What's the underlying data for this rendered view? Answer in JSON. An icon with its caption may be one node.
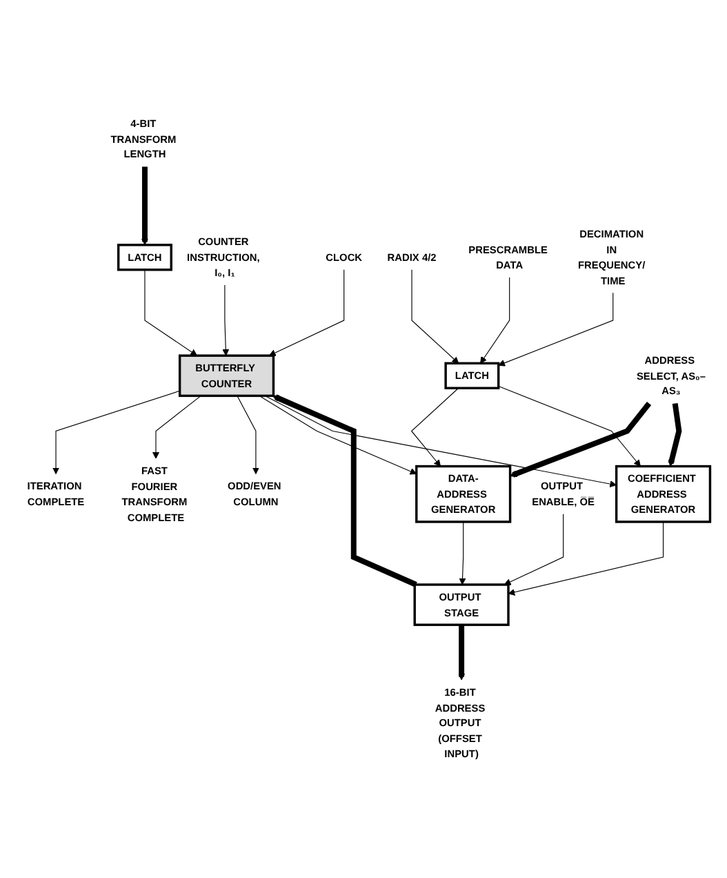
{
  "diagram": {
    "nodes": [
      {
        "text": [
          "4-BIT TRANSFORM LENGTH"
        ]
      },
      {
        "text": [
          "LATCH"
        ]
      },
      {
        "text": [
          "COUNTER INSTRUCTION, I₀, I₁"
        ]
      },
      {
        "text": [
          "CLOCK"
        ]
      },
      {
        "text": [
          "BUTTERFLY COUNTER"
        ]
      },
      {
        "text": [
          "ITERATION COMPLETE"
        ]
      },
      {
        "text": [
          "FAST FOURIER TRANSFORM COMPLETE"
        ]
      },
      {
        "text": [
          "ODD/EVEN COLUMN"
        ]
      },
      {
        "text": [
          "RADIX 4/2"
        ]
      },
      {
        "text": [
          "PRESCRAMBLE DATA"
        ]
      },
      {
        "text": [
          "DECIMATION IN FREQUENCY/ TIME"
        ]
      },
      {
        "text": [
          "LATCH"
        ]
      },
      {
        "text": [
          "DATA-ADDRESS GENERATOR"
        ]
      },
      {
        "text": [
          "COEFFICIENT ADDRESS GENERATOR"
        ]
      },
      {
        "text": [
          "ADDRESS SELECT, AS₀–AS₃"
        ]
      },
      {
        "text": [
          "OUTPUT ENABLE, O̅E̅"
        ]
      },
      {
        "text": [
          "OUTPUT STAGE"
        ]
      },
      {
        "text": [
          "16-BIT ADDRESS OUTPUT (OFFSET INPUT)"
        ]
      }
    ],
    "edges": [
      {
        "from": 0,
        "to": 1,
        "arrow": "to",
        "style": "thick"
      },
      {
        "from": 1,
        "to": 4,
        "arrow": "to"
      },
      {
        "from": 2,
        "to": 4,
        "arrow": "to"
      },
      {
        "from": 3,
        "to": 4,
        "arrow": "to"
      },
      {
        "from": 4,
        "to": 5,
        "arrow": "to"
      },
      {
        "from": 4,
        "to": 6,
        "arrow": "to"
      },
      {
        "from": 4,
        "to": 7,
        "arrow": "to"
      },
      {
        "from": 8,
        "to": 11,
        "arrow": "to"
      },
      {
        "from": 9,
        "to": 11,
        "arrow": "to"
      },
      {
        "from": 10,
        "to": 11,
        "arrow": "to"
      },
      {
        "from": 4,
        "to": 12,
        "arrow": "to"
      },
      {
        "from": 4,
        "to": 13,
        "arrow": "to"
      },
      {
        "from": 11,
        "to": 12,
        "arrow": "to"
      },
      {
        "from": 11,
        "to": 13,
        "arrow": "to"
      },
      {
        "from": 14,
        "to": 12,
        "arrow": "to",
        "style": "thick"
      },
      {
        "from": 14,
        "to": 13,
        "arrow": "to",
        "style": "thick"
      },
      {
        "from": 12,
        "to": 16,
        "arrow": "to"
      },
      {
        "from": 13,
        "to": 16,
        "arrow": "to"
      },
      {
        "from": 15,
        "to": 16,
        "arrow": "to"
      },
      {
        "from": 16,
        "to": 17,
        "arrow": "to",
        "style": "thick"
      },
      {
        "from": 16,
        "to": 4,
        "arrow": "to",
        "style": "thick"
      }
    ]
  }
}
